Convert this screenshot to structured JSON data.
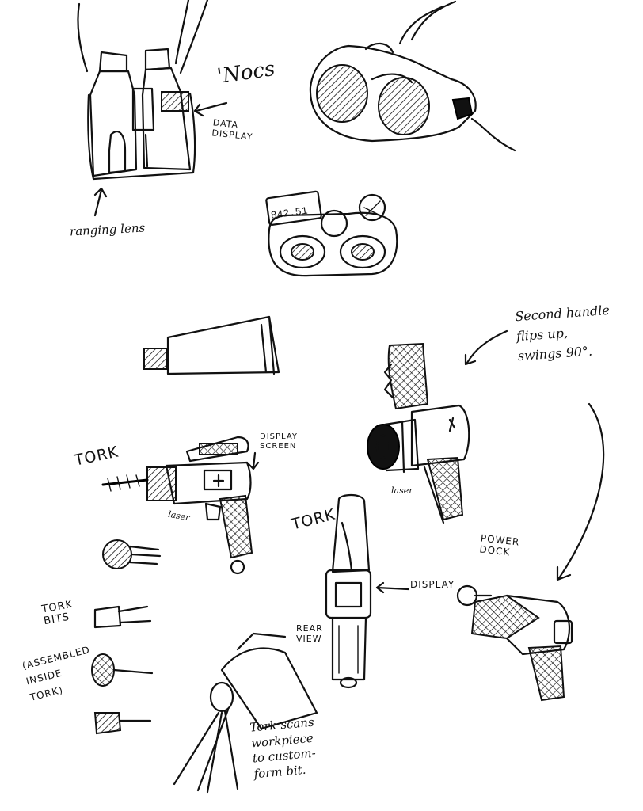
{
  "labels": {
    "nocs": "'Nocs",
    "data_display": "DATA\nDISPLAY",
    "ranging_lens": "ranging lens",
    "readout": "842.51",
    "second_handle": "Second handle\nflips up,\nswings 90°.",
    "tork_left": "TORK",
    "display_screen": "DISPLAY\nSCREEN",
    "laser_left": "laser",
    "laser_right": "laser",
    "power_dock": "POWER\nDOCK",
    "tork_middle": "TORK",
    "display": "DISPLAY",
    "rear_view": "REAR\nVIEW",
    "tork_bits": "TORK\nBITS",
    "assembled_inside": "(ASSEMBLED\nINSIDE\nTORK)",
    "scan_note": "Tork scans\nworkpiece\nto custom-\nform bit."
  }
}
